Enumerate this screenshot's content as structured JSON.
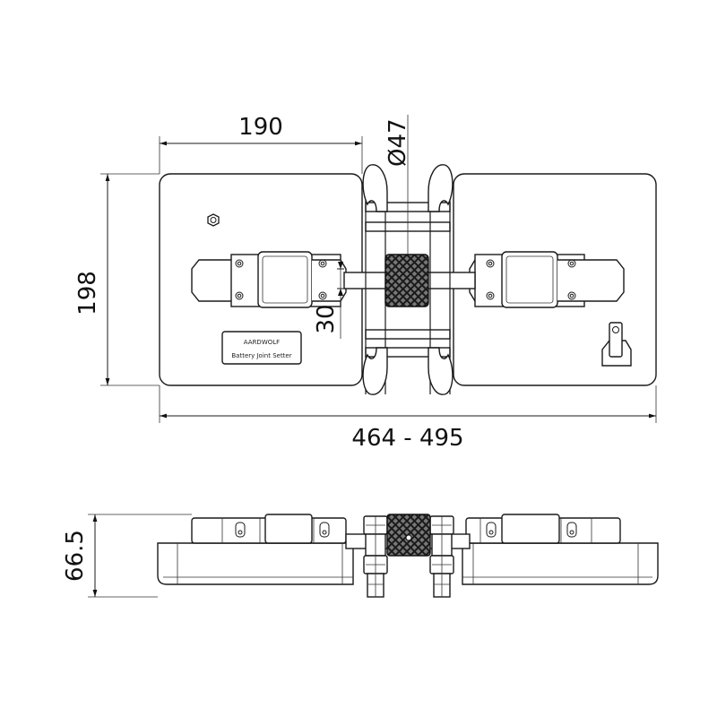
{
  "dimensions": {
    "width_left_plate": "190",
    "diameter_knob": "Ø47",
    "height_plate": "198",
    "clamp_offset": "30",
    "overall_width": "464 - 495",
    "side_height": "66.5"
  },
  "label_plate": {
    "brand": "AARDWOLF",
    "product": "Battery Joint Setter"
  },
  "colors": {
    "line": "#1a1a1a",
    "knurl": "#111111",
    "background": "#ffffff"
  }
}
